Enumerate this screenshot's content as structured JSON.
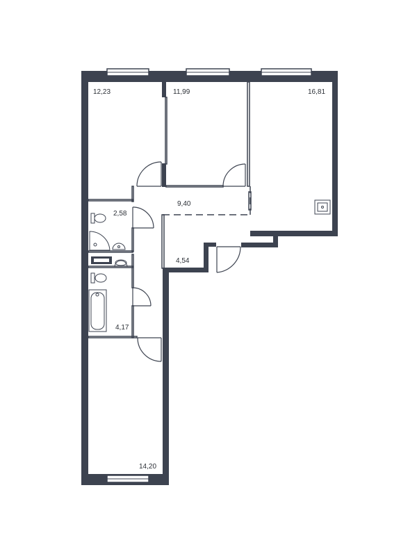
{
  "rooms": [
    {
      "id": "bedroom-top-left",
      "area": "12,23"
    },
    {
      "id": "bedroom-top-middle",
      "area": "11,99"
    },
    {
      "id": "kitchen-living",
      "area": "16,81"
    },
    {
      "id": "toilet",
      "area": "2,58"
    },
    {
      "id": "hallway",
      "area": "9,40"
    },
    {
      "id": "corridor",
      "area": "4,54"
    },
    {
      "id": "bathroom",
      "area": "4,17"
    },
    {
      "id": "bedroom-bottom",
      "area": "14,20"
    }
  ],
  "colors": {
    "wall": "#3d4350",
    "background": "#ffffff"
  }
}
